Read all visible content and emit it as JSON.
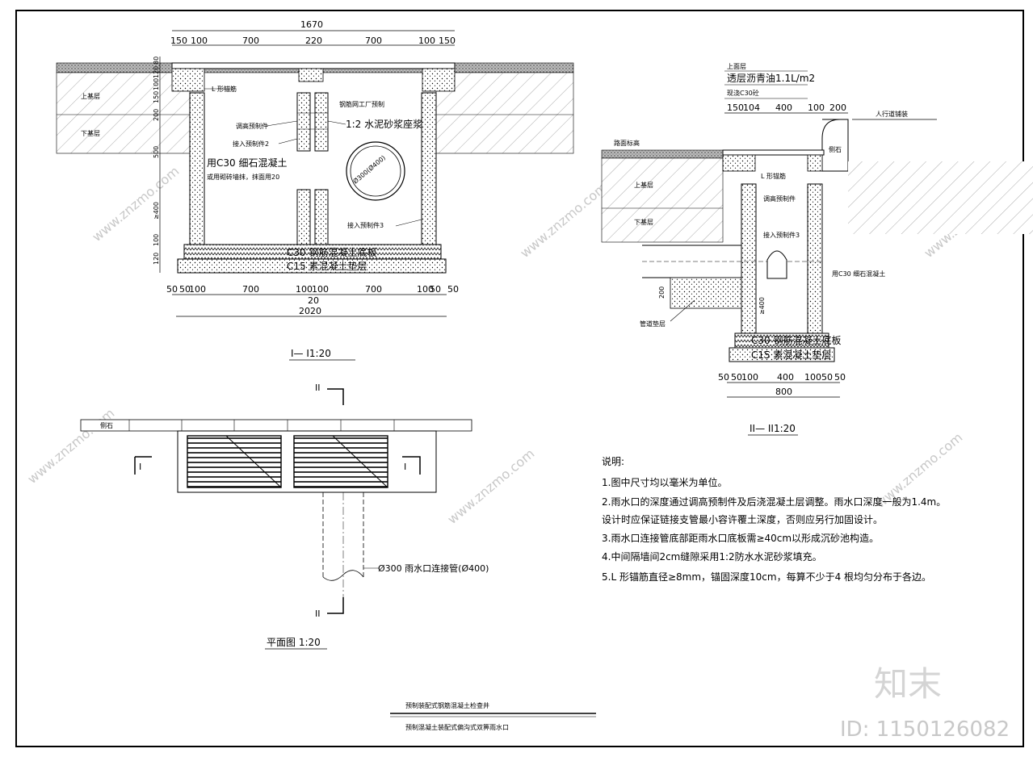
{
  "section1": {
    "top_total": "1670",
    "top_dims": [
      "150",
      "100",
      "700",
      "220",
      "700",
      "100",
      "150"
    ],
    "left_dims": [
      "80",
      "120",
      "100",
      "150",
      "200",
      "500",
      "≥400",
      "100",
      "120"
    ],
    "layer_top": "上基层",
    "layer_bottom": "下基层",
    "l_anchor": "L 形锚筋",
    "rebar": "钢筋网工厂预制",
    "adjust": "调高预制件",
    "mortar": "1:2 水泥砂浆座浆",
    "insert2": "接入预制件2",
    "c30_fill": "用C30 细石混凝土",
    "brick": "或用砌砖墙抹，抹面用20",
    "pipe_dia": "Ø300(Ø400)",
    "insert3": "接入预制件3",
    "base_c30": "C30 钢筋混凝土底板",
    "base_c15": "C15 素混凝土垫层",
    "bottom_dims": [
      "50",
      "50",
      "100",
      "700",
      "100",
      "100",
      "700",
      "100",
      "50",
      "50"
    ],
    "bottom_mid": "20",
    "bottom_total": "2020",
    "title": "I— I1:20"
  },
  "section2": {
    "top_label": "上面层",
    "coat": "透层沥青油1.1L/m2",
    "c30": "现浇C30砼",
    "top_dims": [
      "150",
      "104",
      "400",
      "100",
      "200"
    ],
    "sidewalk": "人行道铺装",
    "curb": "侧石",
    "road": "路面标高",
    "l_anchor": "L 形锚筋",
    "adjust": "调高预制件",
    "layer_top": "上基层",
    "layer_bottom": "下基层",
    "insert3": "接入预制件3",
    "c30_fill": "用C30 细石混凝土",
    "pipe_cushion": "管道垫层",
    "dim_200": "200",
    "dim_400": "≥400",
    "base_c30": "C30 钢筋混凝土底板",
    "base_c15": "C15 素混凝土垫层",
    "bottom_dims": [
      "50",
      "50",
      "100",
      "400",
      "100",
      "50",
      "50"
    ],
    "bottom_total": "800",
    "title": "II— II1:20"
  },
  "plan": {
    "curb": "侧石",
    "cut_top": "II",
    "cut_bottom": "II",
    "cut_left": "I",
    "cut_right": "I",
    "pipe_label": "Ø300 雨水口连接管(Ø400)",
    "title": "平面图  1:20"
  },
  "notes": {
    "heading": "说明:",
    "lines": [
      "1.图中尺寸均以毫米为单位。",
      "2.雨水口的深度通过调高预制件及后浇混凝土层调整。雨水口深度一般为1.4m。",
      "设计时应保证链接支管最小容许覆土深度，否则应另行加固设计。",
      "3.雨水口连接管底部距雨水口底板需≥40cm以形成沉砂池构造。",
      "4.中间隔墙间2cm缝隙采用1:2防水水泥砂浆填充。",
      "5.L 形锚筋直径≥8mm，锚固深度10cm，每算不少于4 根均匀分布于各边。"
    ]
  },
  "titleblock": {
    "line1": "预制装配式钢筋混凝土检查井",
    "line2": "预制混凝土装配式偏沟式双箅雨水口"
  },
  "watermark": {
    "logo": "知末",
    "id": "ID: 1150126082",
    "site": "www.znzmo.com"
  }
}
